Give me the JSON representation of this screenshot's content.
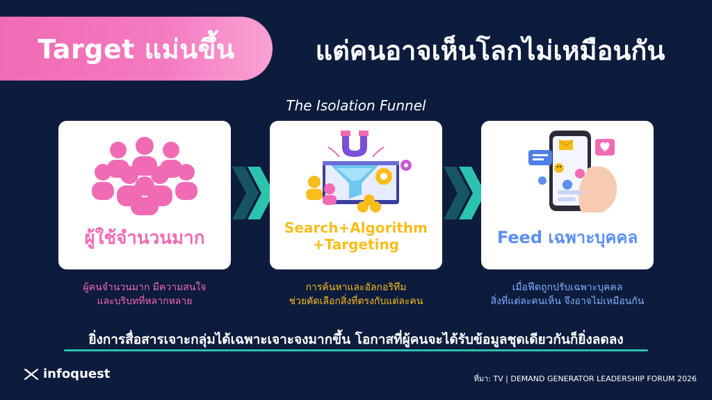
{
  "header": {
    "highlight": "Target แม่นขึ้น",
    "rest": "แต่คนอาจเห็นโลกไม่เหมือนกัน"
  },
  "funnel_title": "The Isolation Funnel",
  "steps": [
    {
      "label": "ผู้ใช้จำนวนมาก",
      "icon": "people-crowd-icon",
      "desc_line1": "ผู้คนจำนวนมาก มีความสนใจ",
      "desc_line2": "และบริบทที่หลากหลาย"
    },
    {
      "label_line1": "Search+Algorithm",
      "label_line2": "+Targeting",
      "icon": "magnet-funnel-icon",
      "desc_line1": "การค้นหาและอัลกอริทึม",
      "desc_line2": "ช่วยคัดเลือกสิ่งที่ตรงกับแต่ละคน"
    },
    {
      "label": "Feed เฉพาะบุคคล",
      "icon": "phone-feed-icon",
      "desc_line1": "เมื่อฟีดถูกปรับเฉพาะบุคคล",
      "desc_line2": "สิ่งที่แต่ละคนเห็น จึงอาจไม่เหมือนกัน"
    }
  ],
  "summary": "ยิ่งการสื่อสารเจาะกลุ่มได้เฉพาะเจาะจงมากขึ้น โอกาสที่ผู้คนจะได้รับข้อมูลชุดเดียวกันก็ยิ่งลดลง",
  "brand": "infoquest",
  "source": "ที่มา: TV | DEMAND GENERATOR LEADERSHIP FORUM 2026",
  "colors": {
    "background": "#0d1b3d",
    "pink": "#f06bb4",
    "yellow": "#f7bd1a",
    "blue": "#5b8ff2",
    "teal": "#2cc3ae"
  }
}
